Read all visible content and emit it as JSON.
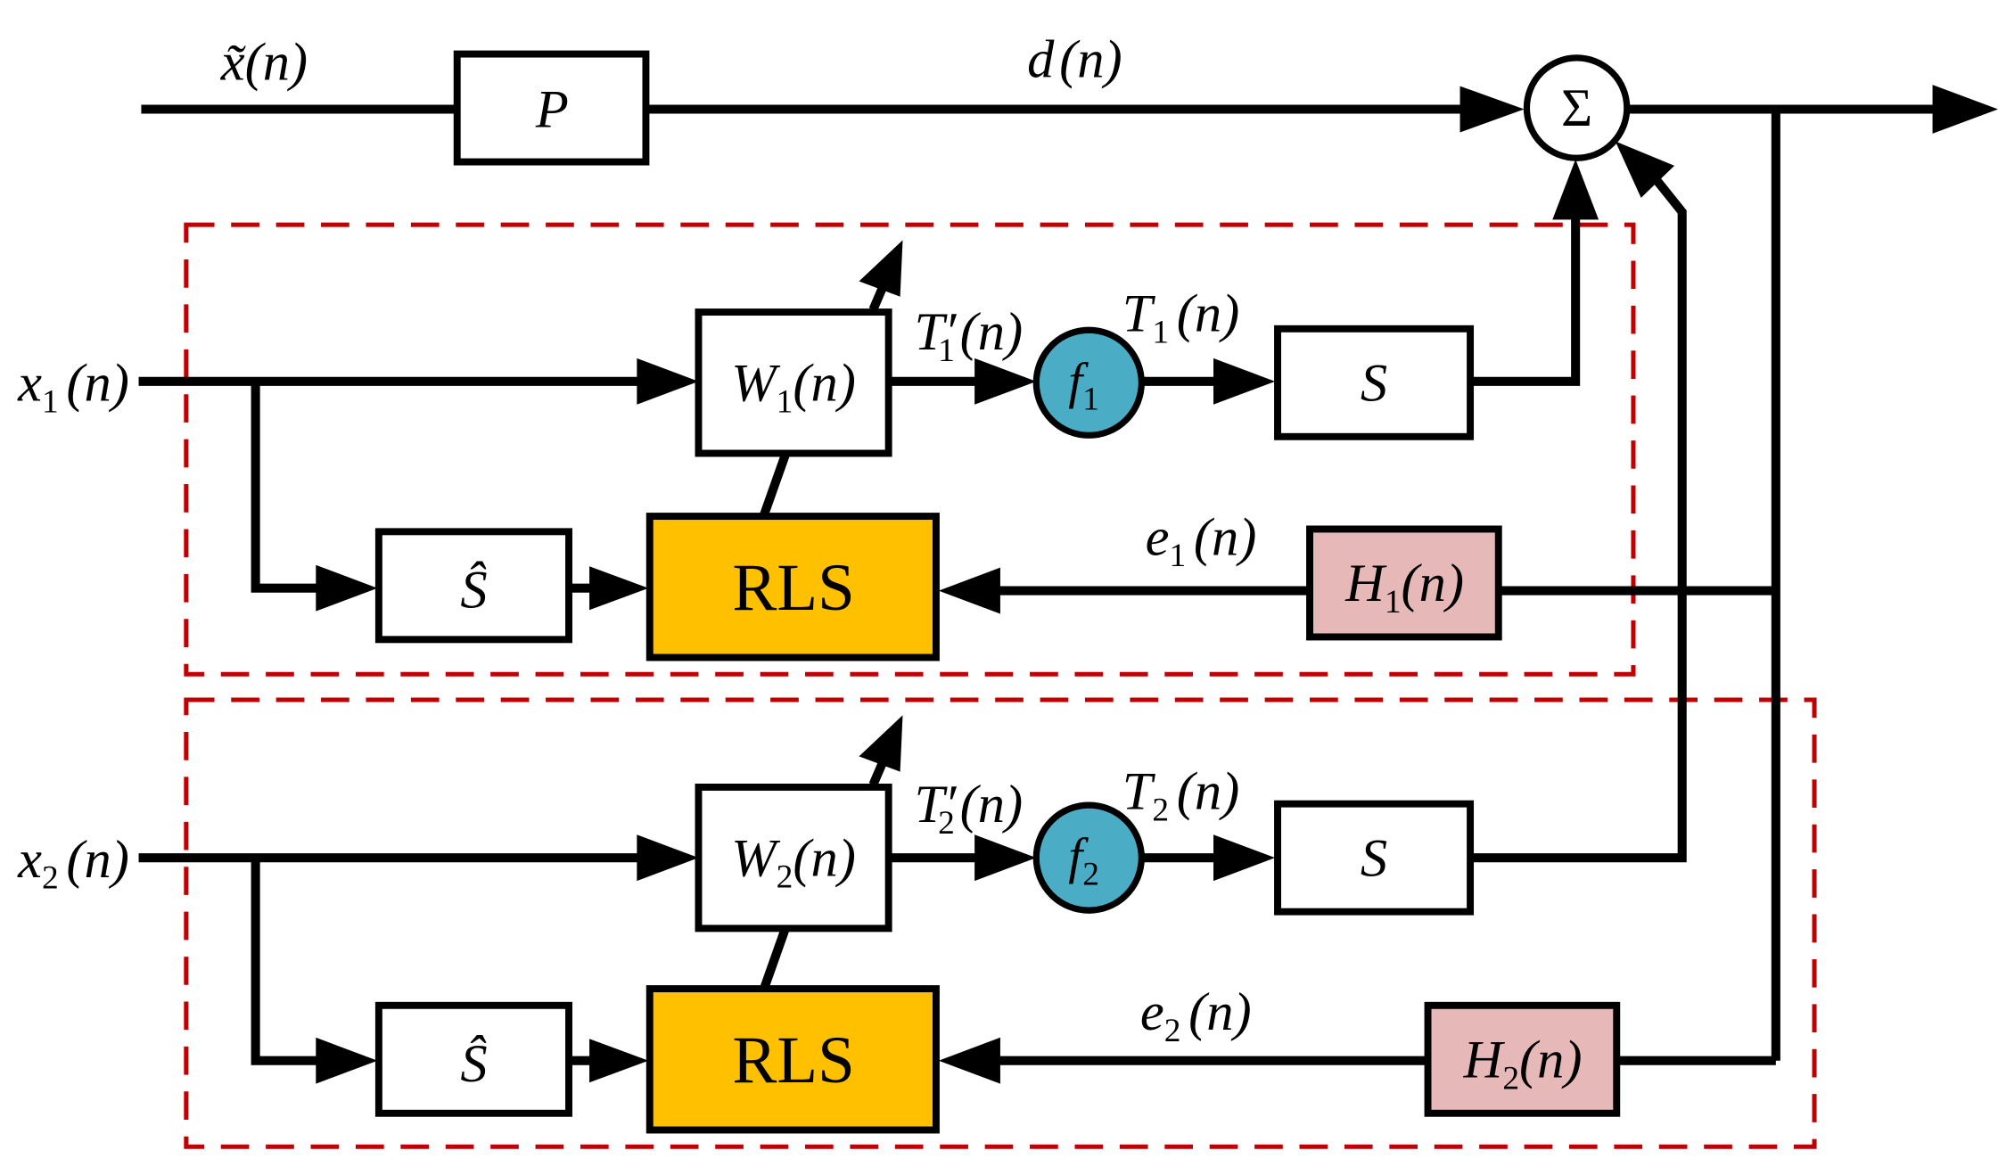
{
  "colors": {
    "line": "#000000",
    "dashed_region": "#c00000",
    "rls_fill": "#ffc000",
    "f_circle_fill": "#4bacc6",
    "h_fill": "#e6b9b8",
    "box_fill": "#ffffff"
  },
  "signals": {
    "x_tilde": {
      "base": "x̃",
      "arg": "(n)"
    },
    "d": {
      "base": "d",
      "arg": "(n)"
    },
    "x1": {
      "base": "x",
      "sub": "1",
      "arg": "(n)"
    },
    "x2": {
      "base": "x",
      "sub": "2",
      "arg": "(n)"
    },
    "t1_prime": {
      "base": "T",
      "prime": "′",
      "sub": "1",
      "arg": "(n)"
    },
    "t2_prime": {
      "base": "T",
      "prime": "′",
      "sub": "2",
      "arg": "(n)"
    },
    "t1": {
      "base": "T",
      "sub": "1",
      "arg": "(n)"
    },
    "t2": {
      "base": "T",
      "sub": "2",
      "arg": "(n)"
    },
    "e1": {
      "base": "e",
      "sub": "1",
      "arg": "(n)"
    },
    "e2": {
      "base": "e",
      "sub": "2",
      "arg": "(n)"
    }
  },
  "blocks": {
    "p": {
      "base": "P"
    },
    "sum": {
      "symbol": "Σ"
    },
    "w1": {
      "base": "W",
      "sub": "1",
      "arg": "(n)"
    },
    "w2": {
      "base": "W",
      "sub": "2",
      "arg": "(n)"
    },
    "f1": {
      "base": "f",
      "sub": "1"
    },
    "f2": {
      "base": "f",
      "sub": "2"
    },
    "s1": {
      "base": "S"
    },
    "s2": {
      "base": "S"
    },
    "s_hat_1": {
      "base": "Ŝ"
    },
    "s_hat_2": {
      "base": "Ŝ"
    },
    "rls_1": {
      "label": "RLS"
    },
    "rls_2": {
      "label": "RLS"
    },
    "h1": {
      "base": "H",
      "sub": "1",
      "arg": "(n)"
    },
    "h2": {
      "base": "H",
      "sub": "2",
      "arg": "(n)"
    }
  }
}
